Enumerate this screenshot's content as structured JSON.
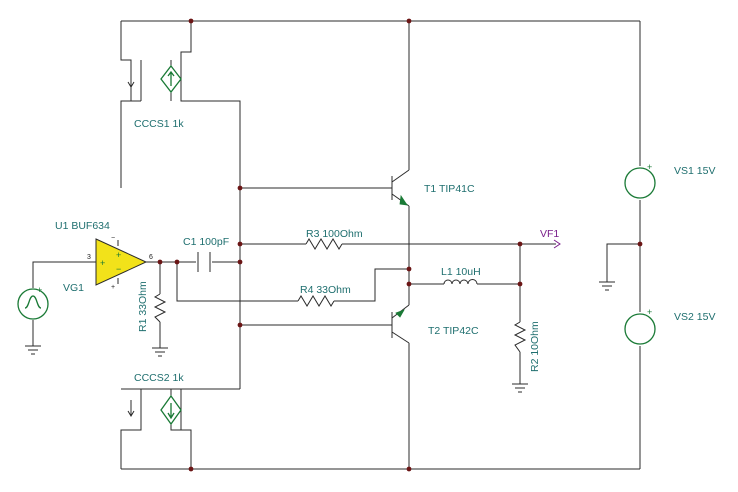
{
  "components": {
    "u1": {
      "label": "U1 BUF634",
      "pin_in": "3",
      "pin_out": "6"
    },
    "vg1": {
      "label": "VG1"
    },
    "cccs1": {
      "label": "CCCS1 1k"
    },
    "cccs2": {
      "label": "CCCS2 1k"
    },
    "t1": {
      "label": "T1 TIP41C"
    },
    "t2": {
      "label": "T2 TIP42C"
    },
    "c1": {
      "label": "C1 100pF"
    },
    "r1": {
      "label": "R1 33Ohm"
    },
    "r2": {
      "label": "R2 10Ohm"
    },
    "r3": {
      "label": "R3 100Ohm"
    },
    "r4": {
      "label": "R4 33Ohm"
    },
    "l1": {
      "label": "L1 10uH"
    },
    "vs1": {
      "label": "VS1 15V"
    },
    "vs2": {
      "label": "VS2 15V"
    },
    "vf1": {
      "label": "VF1"
    }
  },
  "colors": {
    "wire": "#2b2b2b",
    "label": "#1f6f6f",
    "probe": "#7a1f8a",
    "opamp_fill": "#f2e21a",
    "source": "#1a7a36",
    "junction": "#6b1515"
  }
}
